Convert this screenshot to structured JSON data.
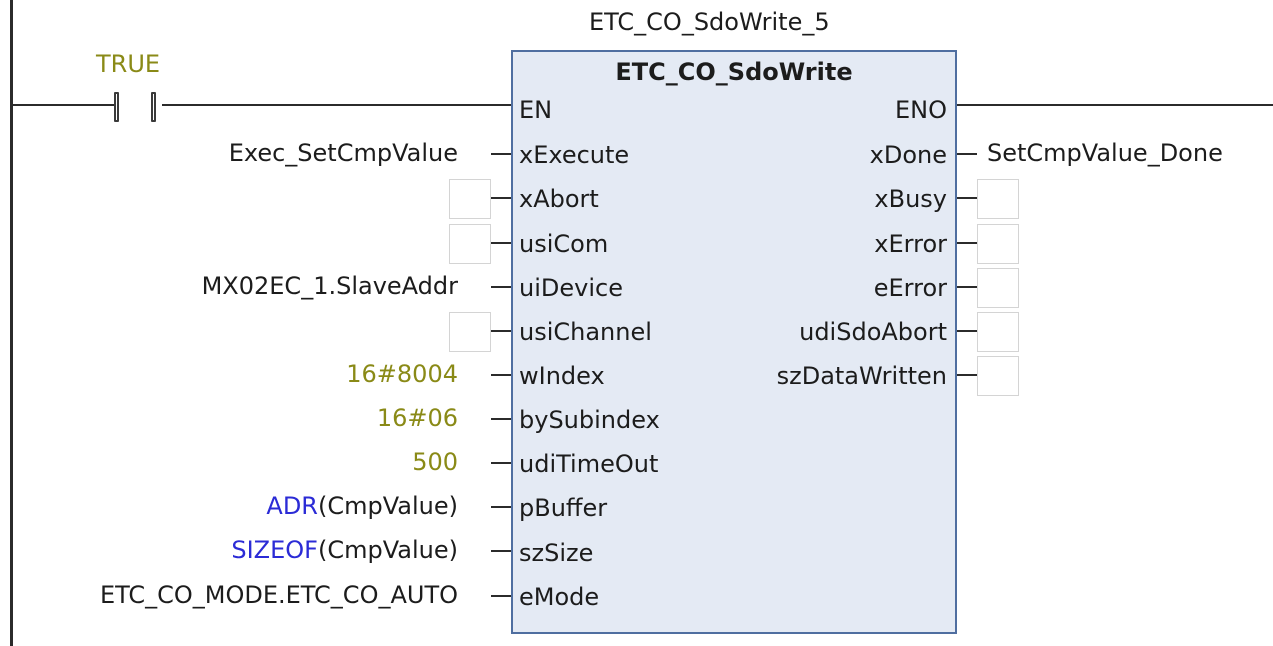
{
  "instance_name": "ETC_CO_SdoWrite_5",
  "fb_type": "ETC_CO_SdoWrite",
  "contact_label": "TRUE",
  "inputs": {
    "en": "EN",
    "xExecute": "xExecute",
    "xAbort": "xAbort",
    "usiCom": "usiCom",
    "uiDevice": "uiDevice",
    "usiChannel": "usiChannel",
    "wIndex": "wIndex",
    "bySubindex": "bySubindex",
    "udiTimeOut": "udiTimeOut",
    "pBuffer": "pBuffer",
    "szSize": "szSize",
    "eMode": "eMode"
  },
  "outputs": {
    "eno": "ENO",
    "xDone": "xDone",
    "xBusy": "xBusy",
    "xError": "xError",
    "eError": "eError",
    "udiSdoAbort": "udiSdoAbort",
    "szDataWritten": "szDataWritten"
  },
  "input_args": {
    "xExecute": "Exec_SetCmpValue",
    "uiDevice": "MX02EC_1.SlaveAddr",
    "wIndex": "16#8004",
    "bySubindex": "16#06",
    "udiTimeOut": "500",
    "pBuffer_fn": "ADR",
    "pBuffer_arg": "(CmpValue)",
    "szSize_fn": "SIZEOF",
    "szSize_arg": "(CmpValue)",
    "eMode": "ETC_CO_MODE.ETC_CO_AUTO"
  },
  "output_args": {
    "xDone": "SetCmpValue_Done"
  },
  "colors": {
    "literal": "#8a8a17",
    "keyword": "#2b2bd6",
    "block_fill": "#e4eaf4",
    "block_border": "#4f6ea0"
  }
}
